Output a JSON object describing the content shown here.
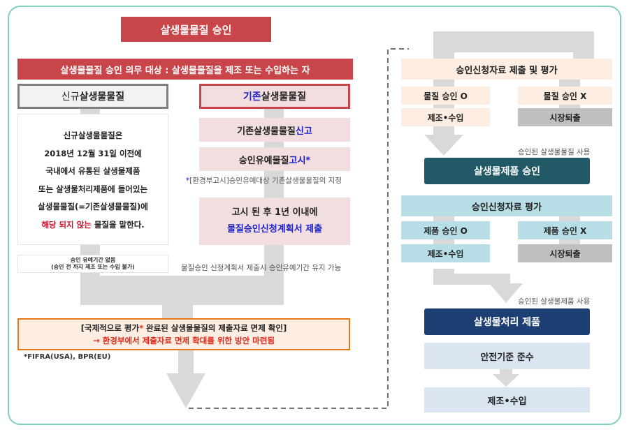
{
  "title": "살생물물질 승인",
  "subject_bar": "살생물물질 승인 의무 대상 : 살생물물질을 제조 또는 수입하는 자",
  "new_substance": {
    "header_prefix": "신규",
    "header_suffix": "살생물물질",
    "definition_lines": [
      "신규살생물물질은",
      "2018년 12월 31일 이전에",
      "국내에서 유통된 살생물제품",
      "또는 살생물처리제품에 들어있는",
      "살생물물질(=기존살생물물질)에"
    ],
    "definition_emph": "해당 되지 않는",
    "definition_tail": " 물질을 말한다.",
    "grace_line1": "승인 유예기간 없음",
    "grace_line2": "(승인 전 까지 제조 또는 수입 불가)"
  },
  "existing_substance": {
    "header_prefix": "기존",
    "header_suffix": "살생물물질",
    "report_text": "기존살생물물질 ",
    "report_emph": "신고",
    "notice_text": "승인유예물질 ",
    "notice_emph": "고시*",
    "notice_footnote_star": "*",
    "notice_footnote": "[환경부고시]승인유예대상 기존살생물물질의 지정",
    "plan_line1": "고시 된 후 1년 이내에",
    "plan_line2": "물질승인신청계획서 제출",
    "plan_note": "물질승인 신청계획서 제출시 승인유예기간 유지 가능"
  },
  "exemption": {
    "line1_a": "[국제적으로 평가",
    "line1_star": "*",
    "line1_b": " 완료된 살생물물질의 제출자료 면제 확인]",
    "line2": "→ 환경부에서 제출자료 면제 확대를 위한 방안 마련됨",
    "footnote": "*FIFRA(USA), BPR(EU)"
  },
  "right_flow": {
    "substance_eval": "승인신청자료 제출 및 평가",
    "substance_ok": "물질 승인 O",
    "substance_ng": "물질 승인 X",
    "manufacture1": "제조•수입",
    "withdraw1": "시장퇴출",
    "note_approved_substance": "승인된 살생물물질 사용",
    "product_approval": "살생물제품 승인",
    "product_eval": "승인신청자료 평가",
    "product_ok": "제품 승인 O",
    "product_ng": "제품 승인 X",
    "manufacture2": "제조•수입",
    "withdraw2": "시장퇴출",
    "note_approved_product": "승인된 살생물제품 사용",
    "treated_product": "살생물처리 제품",
    "safety": "안전기준 준수",
    "manufacture3": "제조•수입"
  },
  "colors": {
    "title_red": "#c8454a",
    "pink_fill": "#f2dede",
    "peach_fill": "#fdeee1",
    "teal_dark": "#215a66",
    "light_blue": "#b7dde7",
    "navy": "#1e3f73",
    "pale_blue": "#dbe5f1",
    "gray_fill": "#bfbfbf",
    "orange_border": "#e0781e",
    "frame_teal": "#7fd0bd"
  }
}
